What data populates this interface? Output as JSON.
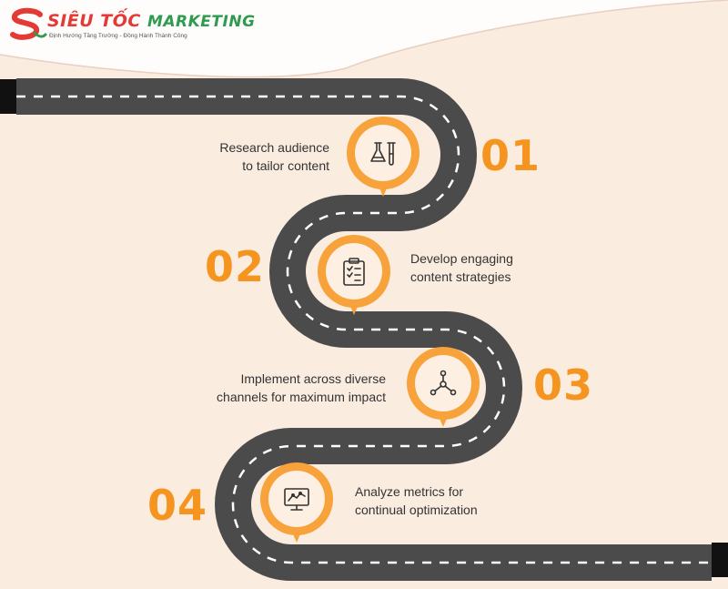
{
  "brand": {
    "name_part1": "SIÊU TỐC",
    "name_part2": "MARKETING",
    "tagline": "Định Hướng Tăng Trưởng - Đồng Hành Thành Công",
    "colors": {
      "primary": "#e53935",
      "secondary": "#2e9b4f"
    }
  },
  "colors": {
    "accent": "#f5941f",
    "road": "#4a4a4a",
    "road_line": "#ffffff",
    "background": "#fbece0"
  },
  "steps": [
    {
      "number": "01",
      "line1": "Research audience",
      "line2": "to tailor content",
      "icon": "flask-icon"
    },
    {
      "number": "02",
      "line1": "Develop engaging",
      "line2": "content strategies",
      "icon": "clipboard-checklist-icon"
    },
    {
      "number": "03",
      "line1": "Implement across diverse",
      "line2": "channels for maximum impact",
      "icon": "network-nodes-icon"
    },
    {
      "number": "04",
      "line1": "Analyze metrics for",
      "line2": "continual optimization",
      "icon": "analytics-monitor-icon"
    }
  ]
}
